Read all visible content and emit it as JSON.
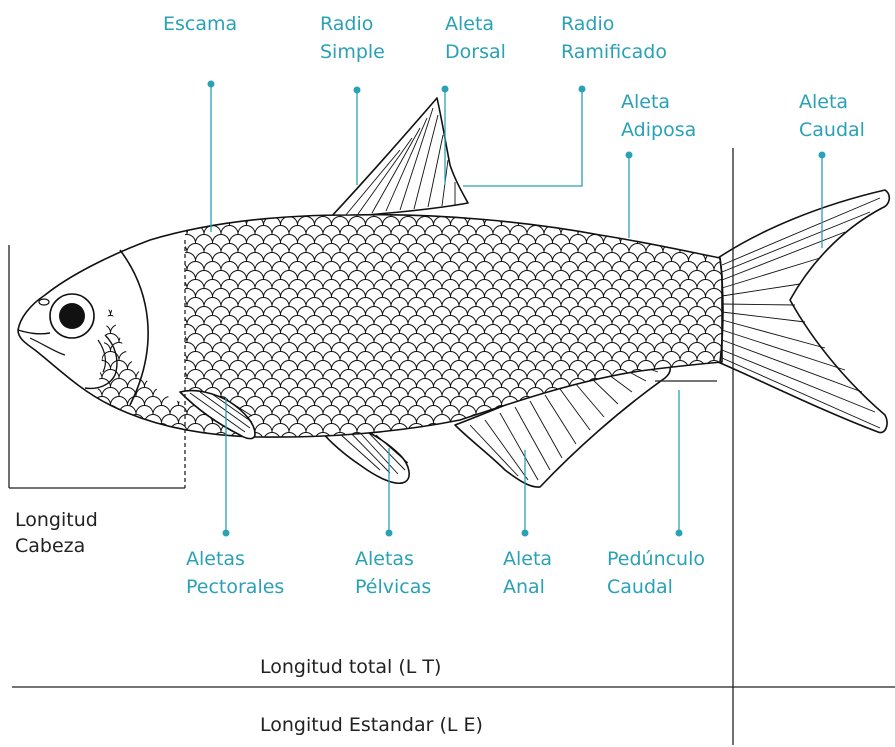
{
  "labels": {
    "escama": "Escama",
    "radio_simple": [
      "Radio",
      "Simple"
    ],
    "aleta_dorsal": [
      "Aleta",
      "Dorsal"
    ],
    "radio_ramificado": [
      "Radio",
      "Ramificado"
    ],
    "aleta_adiposa": [
      "Aleta",
      "Adiposa"
    ],
    "aleta_caudal": [
      "Aleta",
      "Caudal"
    ],
    "longitud_cabeza": [
      "Longitud",
      "Cabeza"
    ],
    "aletas_pectorales": [
      "Aletas",
      "Pectorales"
    ],
    "aletas_pelvicas": [
      "Aletas",
      "Pélvicas"
    ],
    "aleta_anal": [
      "Aleta",
      "Anal"
    ],
    "pedunculo_caudal": [
      "Pedúnculo",
      "Caudal"
    ],
    "longitud_total": "Longitud total (L T)",
    "longitud_estandar": "Longitud Estandar (L E)"
  },
  "colors": {
    "label": "#2aa1b5",
    "ink": "#111111",
    "text_dark": "#222222"
  }
}
